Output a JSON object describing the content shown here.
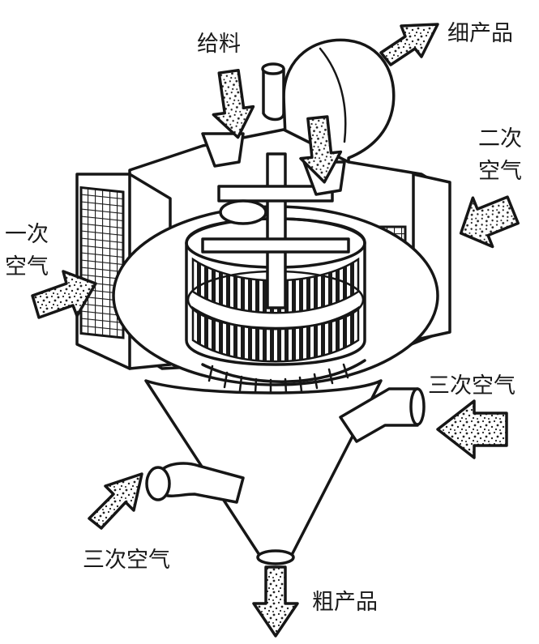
{
  "labels": {
    "feed": "给料",
    "fine_product": "细产品",
    "secondary_air_line1": "二次",
    "secondary_air_line2": "空气",
    "primary_air_line1": "一次",
    "primary_air_line2": "空气",
    "tertiary_air_right": "三次空气",
    "tertiary_air_left": "三次空气",
    "coarse_product": "粗产品"
  }
}
